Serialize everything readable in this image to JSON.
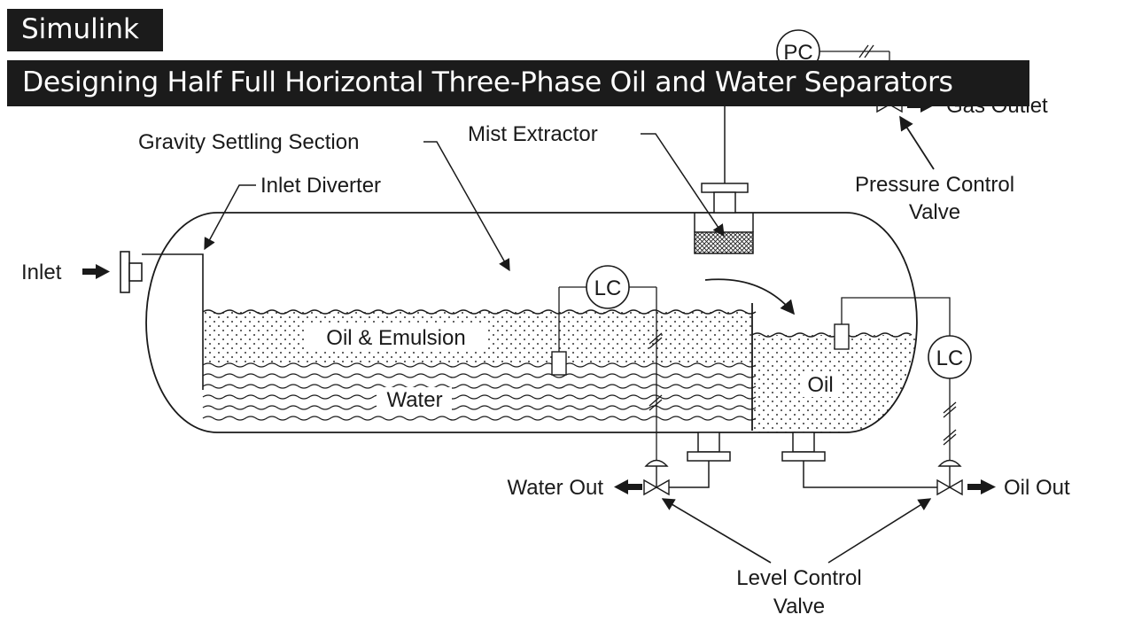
{
  "banner": {
    "app": "Simulink",
    "title": "Designing Half Full Horizontal Three-Phase Oil and Water Separators"
  },
  "diagram": {
    "labels": {
      "gravity_settling": "Gravity Settling Section",
      "mist_extractor": "Mist Extractor",
      "inlet_diverter": "Inlet Diverter",
      "inlet": "Inlet",
      "gas_outlet": "Gas Outlet",
      "pressure_control_valve_line1": "Pressure Control",
      "pressure_control_valve_line2": "Valve",
      "oil_emulsion": "Oil & Emulsion",
      "water": "Water",
      "oil": "Oil",
      "water_out": "Water Out",
      "oil_out": "Oil Out",
      "level_control_valve_line1": "Level Control",
      "level_control_valve_line2": "Valve"
    },
    "instruments": {
      "pressure_controller": "PC",
      "water_level_controller": "LC",
      "oil_level_controller": "LC"
    },
    "colors": {
      "line": "#1a1a1a",
      "banner_background": "#1b1b1b",
      "banner_text": "#ffffff"
    }
  }
}
